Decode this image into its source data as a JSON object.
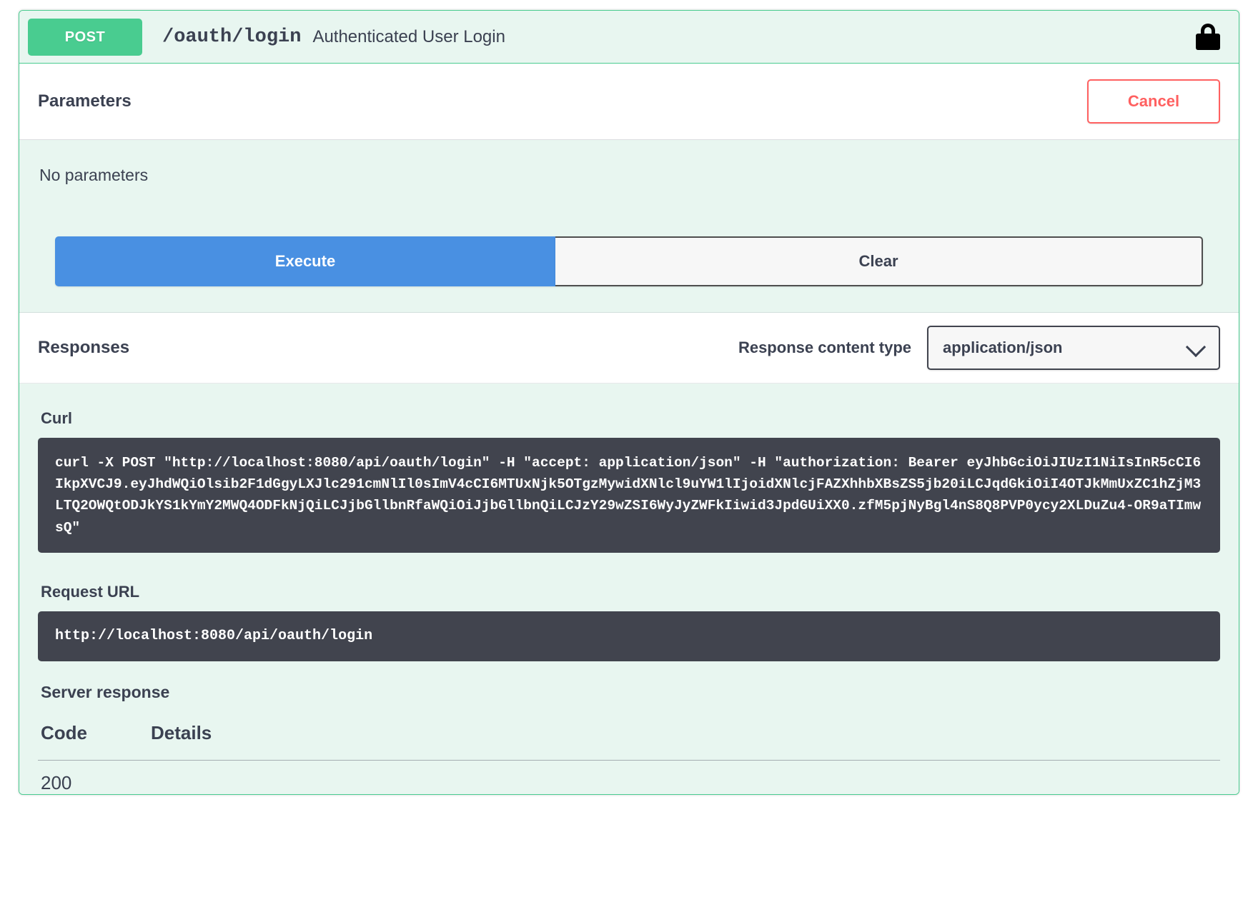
{
  "operation": {
    "method": "POST",
    "path": "/oauth/login",
    "description": "Authenticated User Login",
    "lock_icon": "lock-icon",
    "accent_color": "#49cc90"
  },
  "parameters": {
    "title": "Parameters",
    "cancel_label": "Cancel",
    "empty_text": "No parameters",
    "execute_label": "Execute",
    "clear_label": "Clear",
    "execute_color": "#4990e2",
    "cancel_color": "#ff6060"
  },
  "responses": {
    "title": "Responses",
    "content_type_label": "Response content type",
    "content_type_value": "application/json",
    "chevron_icon": "chevron-down-icon",
    "curl_title": "Curl",
    "curl_command": "curl -X POST \"http://localhost:8080/api/oauth/login\" -H \"accept: application/json\" -H \"authorization: Bearer eyJhbGciOiJIUzI1NiIsInR5cCI6IkpXVCJ9.eyJhdWQiOlsib2F1dGgyLXJlc291cmNlIl0sImV4cCI6MTUxNjk5OTgzMywidXNlcl9uYW1lIjoidXNlcjFAZXhhbXBsZS5jb20iLCJqdGkiOiI4OTJkMmUxZC1hZjM3LTQ2OWQtODJkYS1kYmY2MWQ4ODFkNjQiLCJjbGllbnRfaWQiOiJjbGllbnQiLCJzY29wZSI6WyJyZWFkIiwid3JpdGUiXX0.zfM5pjNyBgl4nS8Q8PVP0ycy2XLDuZu4-OR9aTImwsQ\"",
    "request_url_title": "Request URL",
    "request_url": "http://localhost:8080/api/oauth/login",
    "server_response_title": "Server response",
    "table": {
      "headers": [
        "Code",
        "Details"
      ],
      "rows": [
        {
          "code": "200",
          "details": ""
        }
      ]
    }
  }
}
